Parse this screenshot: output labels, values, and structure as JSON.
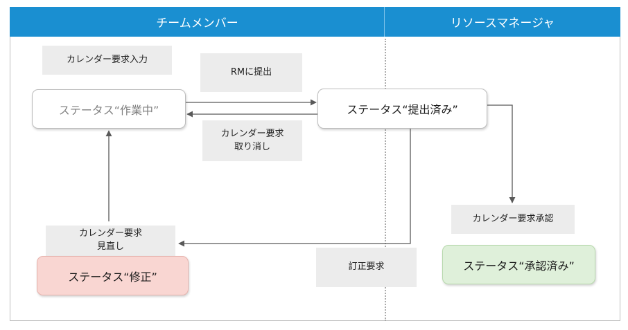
{
  "lanes": {
    "team_member": "チームメンバー",
    "resource_manager": "リソースマネージャ"
  },
  "labels": {
    "calendar_input": "カレンダー要求入力",
    "submit_to_rm": "RMに提出",
    "calendar_cancel_line1": "カレンダー要求",
    "calendar_cancel_line2": "取り消し",
    "calendar_review_line1": "カレンダー要求",
    "calendar_review_line2": "見直し",
    "correction_request": "訂正要求",
    "calendar_approval": "カレンダー要求承認"
  },
  "statuses": {
    "in_progress": "ステータス“作業中”",
    "submitted": "ステータス“提出済み”",
    "revision": "ステータス“修正”",
    "approved": "ステータス“承認済み”"
  },
  "colors": {
    "header": "#1a8fd1",
    "label_bg": "#ececec",
    "revision_fill": "#f9d6d2",
    "approved_fill": "#dff0da",
    "arrow": "#595959"
  }
}
